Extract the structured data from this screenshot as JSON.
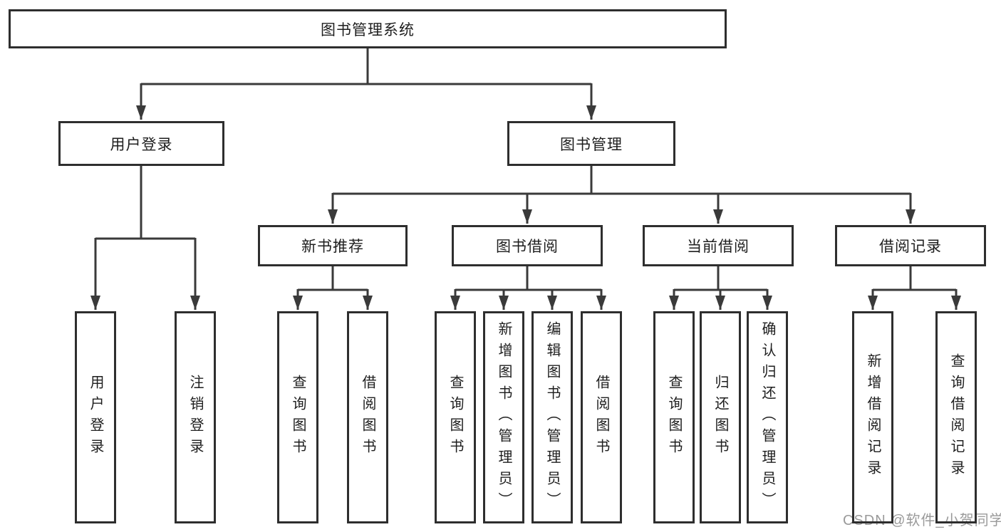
{
  "diagram": {
    "title": "图书管理系统",
    "level2": {
      "user_login": "用户登录",
      "book_management": "图书管理"
    },
    "level3": {
      "new_book_recommend": "新书推荐",
      "book_borrow": "图书借阅",
      "current_borrow": "当前借阅",
      "borrow_records": "借阅记录"
    },
    "leaves": {
      "user_login": "用户登录",
      "logout": "注销登录",
      "nb_query_books": "查询图书",
      "nb_borrow_books": "借阅图书",
      "bb_query_books": "查询图书",
      "bb_add_books_admin": "新增图书（管理员）",
      "bb_edit_books_admin": "编辑图书（管理员）",
      "bb_borrow_books": "借阅图书",
      "cb_query_books": "查询图书",
      "cb_return_books": "归还图书",
      "cb_confirm_return_admin": "确认归还（管理员）",
      "br_add_record": "新增借阅记录",
      "br_query_record": "查询借阅记录"
    }
  },
  "watermark": "CSDN @软件_小贺同学",
  "colors": {
    "line": "#3a3a3a",
    "border": "#2e2e2e",
    "watermark": "#9a9a9a"
  }
}
